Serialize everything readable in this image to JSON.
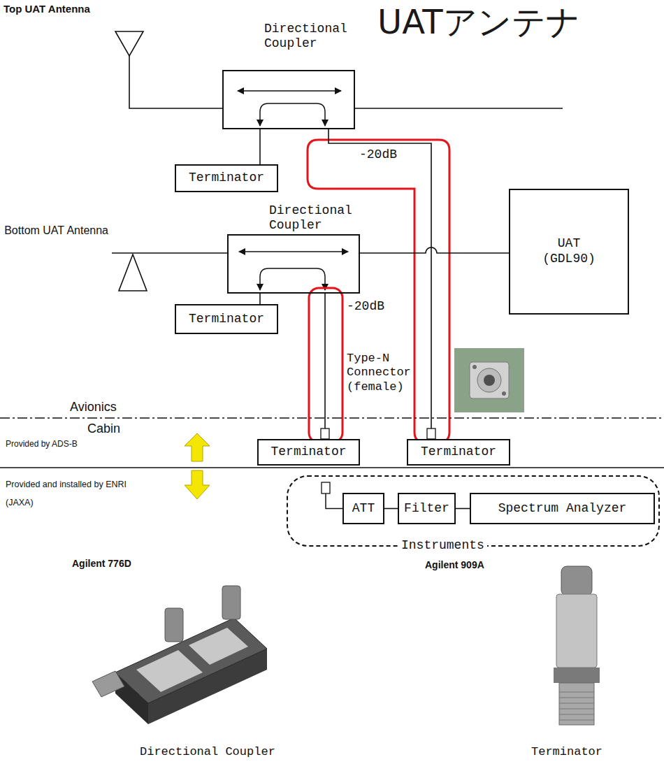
{
  "diagram": {
    "title": "UATアンテナ",
    "nodes": [
      {
        "text": [
          "Directional Coupler"
        ]
      },
      {
        "text": [
          "Terminator"
        ]
      },
      {
        "text": [
          "UAT (GDL90)"
        ]
      },
      {
        "text": [
          "Directional Coupler"
        ]
      },
      {
        "text": [
          "Terminator"
        ]
      },
      {
        "text": [
          "Terminator"
        ]
      },
      {
        "text": [
          "Terminator"
        ]
      },
      {
        "text": [
          "Instruments"
        ]
      },
      {
        "text": [
          "ATT"
        ],
        "in": 7
      },
      {
        "text": [
          "Filter"
        ],
        "in": 7
      },
      {
        "text": [
          "Spectrum Analyzer"
        ],
        "in": 7
      }
    ],
    "edges": [
      {
        "from": 0,
        "to": 1,
        "arrow": "none"
      },
      {
        "from": 0,
        "to": 6,
        "label": "-20dB",
        "arrow": "none"
      },
      {
        "from": 3,
        "to": 2,
        "arrow": "none"
      },
      {
        "from": 3,
        "to": 4,
        "arrow": "none"
      },
      {
        "from": 3,
        "to": 5,
        "label": "-20dB",
        "arrow": "none"
      },
      {
        "from": 8,
        "to": 9,
        "arrow": "none"
      },
      {
        "from": 9,
        "to": 10,
        "arrow": "none"
      }
    ],
    "labels": [
      "Top UAT Antenna",
      "Bottom UAT Antenna",
      "Type-N Connector (female)",
      "Avionics",
      "Cabin",
      "Provided by ADS-B",
      "Provided and installed by ENRI (JAXA)",
      "Agilent 776D",
      "Agilent 909A",
      "Directional Coupler",
      "Terminator"
    ]
  }
}
